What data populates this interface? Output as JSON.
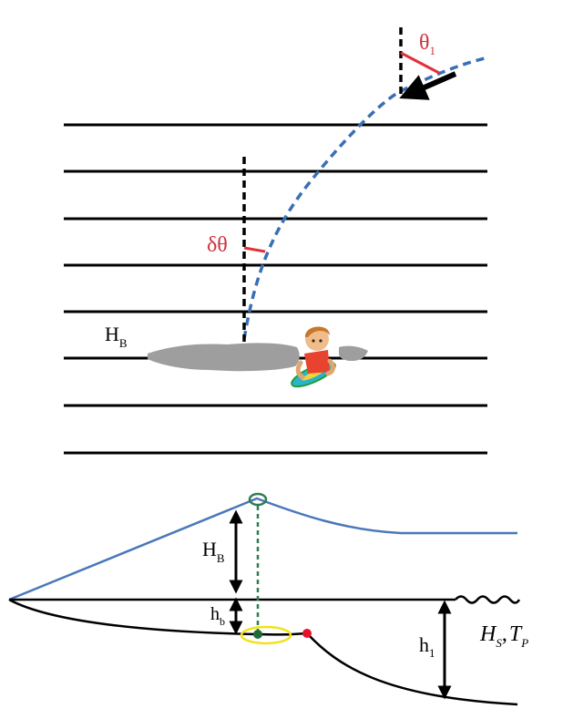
{
  "top_panel": {
    "incident_angle_label": "θ",
    "incident_angle_subscript": "1",
    "refraction_angle_label": "δθ",
    "breaker_height_label": "H",
    "breaker_height_subscript": "B",
    "contour_count": 8
  },
  "bottom_panel": {
    "wave_height_label": "H",
    "wave_height_subscript": "B",
    "breaking_depth_label": "h",
    "breaking_depth_subscript": "b",
    "offshore_depth_label": "h",
    "offshore_depth_subscript": "1",
    "offshore_wave_label_H": "H",
    "offshore_wave_label_H_sub": "S",
    "offshore_wave_comma": ",",
    "offshore_wave_label_T": "T",
    "offshore_wave_label_T_sub": "P"
  },
  "colors": {
    "ray": "#3a6fb5",
    "angle_marker": "#e0323a",
    "wave_profile": "#4a78b8",
    "crest_circle": "#2e7d4f",
    "break_point": "#1e6b3a",
    "highlight_ellipse": "#f2e21a",
    "slope_change_point": "#e8112d",
    "foam": "#9e9e9e"
  }
}
